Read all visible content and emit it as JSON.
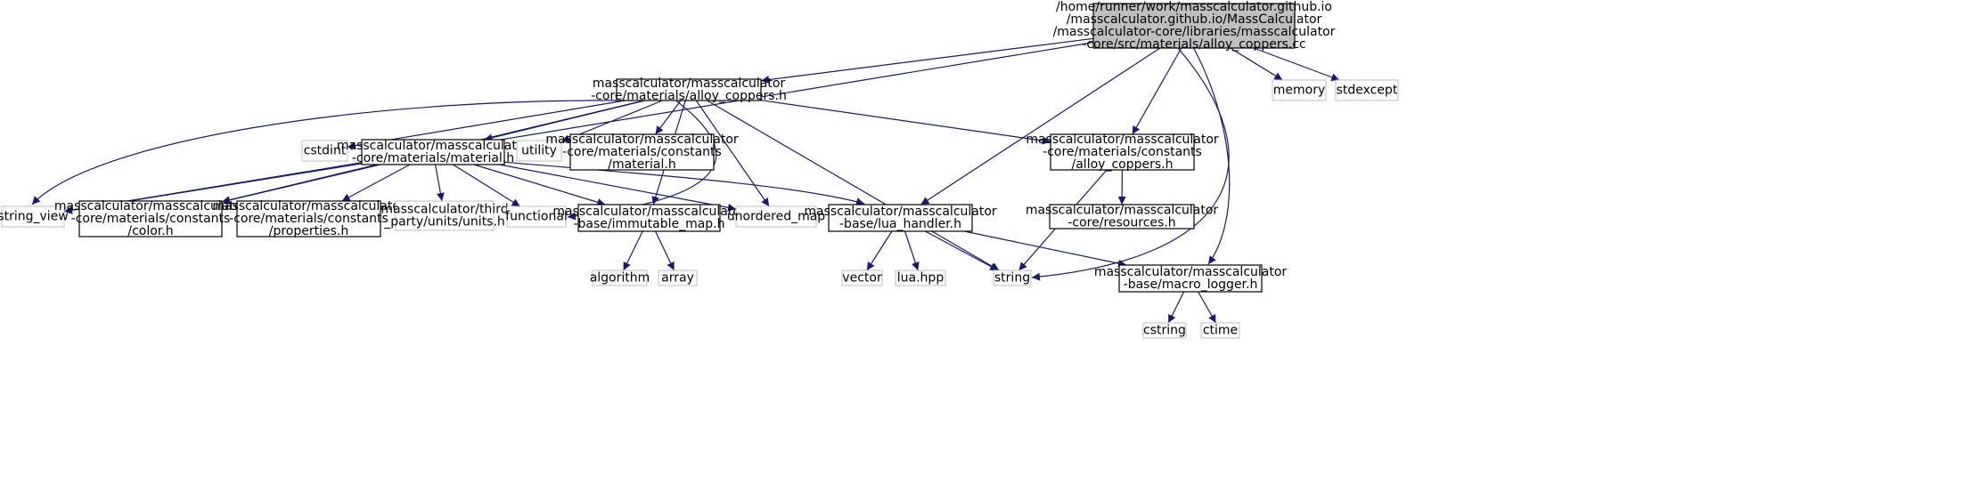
{
  "colors": {
    "edge": "#191970",
    "root_fill": "#bfbfbf",
    "node_border": "#000000",
    "external_border": "#bfbfbf",
    "text": "#000000"
  },
  "nodes": [
    {
      "id": "root",
      "kind": "root",
      "lines": [
        "/home/runner/work/masscalculator.github.io",
        "/masscalculator.github.io/MassCalculator",
        "/masscalculator-core/libraries/masscalculator",
        "-core/src/materials/alloy_coppers.cc"
      ]
    },
    {
      "id": "alloy_coppers_h",
      "kind": "internal",
      "lines": [
        "masscalculator/masscalculator",
        "-core/materials/alloy_coppers.h"
      ]
    },
    {
      "id": "memory",
      "kind": "external",
      "lines": [
        "memory"
      ]
    },
    {
      "id": "stdexcept",
      "kind": "external",
      "lines": [
        "stdexcept"
      ]
    },
    {
      "id": "cstdint",
      "kind": "external",
      "lines": [
        "cstdint"
      ]
    },
    {
      "id": "material_h",
      "kind": "internal",
      "lines": [
        "masscalculator/masscalculator",
        "-core/materials/material.h"
      ]
    },
    {
      "id": "utility",
      "kind": "external",
      "lines": [
        "utility"
      ]
    },
    {
      "id": "constants_material_h",
      "kind": "internal",
      "lines": [
        "masscalculator/masscalculator",
        "-core/materials/constants",
        "/material.h"
      ]
    },
    {
      "id": "constants_alloy_h",
      "kind": "internal",
      "lines": [
        "masscalculator/masscalculator",
        "-core/materials/constants",
        "/alloy_coppers.h"
      ]
    },
    {
      "id": "string_view",
      "kind": "external",
      "lines": [
        "string_view"
      ]
    },
    {
      "id": "color_h",
      "kind": "internal",
      "lines": [
        "masscalculator/masscalculator",
        "-core/materials/constants",
        "/color.h"
      ]
    },
    {
      "id": "properties_h",
      "kind": "internal",
      "lines": [
        "masscalculator/masscalculator",
        "-core/materials/constants",
        "/properties.h"
      ]
    },
    {
      "id": "units_h",
      "kind": "external",
      "lines": [
        "masscalculator/third",
        "_party/units/units.h"
      ]
    },
    {
      "id": "functional",
      "kind": "external",
      "lines": [
        "functional"
      ]
    },
    {
      "id": "immutable_map_h",
      "kind": "internal",
      "lines": [
        "masscalculator/masscalculator",
        "-base/immutable_map.h"
      ]
    },
    {
      "id": "unordered_map",
      "kind": "external",
      "lines": [
        "unordered_map"
      ]
    },
    {
      "id": "lua_handler_h",
      "kind": "internal",
      "lines": [
        "masscalculator/masscalculator",
        "-base/lua_handler.h"
      ]
    },
    {
      "id": "resources_h",
      "kind": "internal",
      "lines": [
        "masscalculator/masscalculator",
        "-core/resources.h"
      ]
    },
    {
      "id": "algorithm",
      "kind": "external",
      "lines": [
        "algorithm"
      ]
    },
    {
      "id": "array",
      "kind": "external",
      "lines": [
        "array"
      ]
    },
    {
      "id": "vector",
      "kind": "external",
      "lines": [
        "vector"
      ]
    },
    {
      "id": "lua_hpp",
      "kind": "external",
      "lines": [
        "lua.hpp"
      ]
    },
    {
      "id": "string",
      "kind": "external",
      "lines": [
        "string"
      ]
    },
    {
      "id": "macro_logger_h",
      "kind": "internal",
      "lines": [
        "masscalculator/masscalculator",
        "-base/macro_logger.h"
      ]
    },
    {
      "id": "cstring",
      "kind": "external",
      "lines": [
        "cstring"
      ]
    },
    {
      "id": "ctime",
      "kind": "external",
      "lines": [
        "ctime"
      ]
    }
  ],
  "edges": [
    {
      "from": "root",
      "to": "alloy_coppers_h"
    },
    {
      "from": "root",
      "to": "string_view"
    },
    {
      "from": "root",
      "to": "memory"
    },
    {
      "from": "root",
      "to": "stdexcept"
    },
    {
      "from": "root",
      "to": "constants_alloy_h"
    },
    {
      "from": "root",
      "to": "lua_handler_h"
    },
    {
      "from": "root",
      "to": "string"
    },
    {
      "from": "root",
      "to": "macro_logger_h"
    },
    {
      "from": "alloy_coppers_h",
      "to": "string_view"
    },
    {
      "from": "alloy_coppers_h",
      "to": "color_h"
    },
    {
      "from": "alloy_coppers_h",
      "to": "cstdint"
    },
    {
      "from": "alloy_coppers_h",
      "to": "material_h"
    },
    {
      "from": "alloy_coppers_h",
      "to": "utility"
    },
    {
      "from": "alloy_coppers_h",
      "to": "constants_material_h"
    },
    {
      "from": "alloy_coppers_h",
      "to": "functional"
    },
    {
      "from": "alloy_coppers_h",
      "to": "immutable_map_h"
    },
    {
      "from": "alloy_coppers_h",
      "to": "unordered_map"
    },
    {
      "from": "alloy_coppers_h",
      "to": "constants_alloy_h"
    },
    {
      "from": "alloy_coppers_h",
      "to": "string"
    },
    {
      "from": "material_h",
      "to": "string_view"
    },
    {
      "from": "material_h",
      "to": "color_h"
    },
    {
      "from": "material_h",
      "to": "properties_h"
    },
    {
      "from": "material_h",
      "to": "units_h"
    },
    {
      "from": "material_h",
      "to": "functional"
    },
    {
      "from": "material_h",
      "to": "immutable_map_h"
    },
    {
      "from": "material_h",
      "to": "unordered_map"
    },
    {
      "from": "material_h",
      "to": "lua_handler_h"
    },
    {
      "from": "constants_alloy_h",
      "to": "resources_h"
    },
    {
      "from": "constants_alloy_h",
      "to": "string"
    },
    {
      "from": "immutable_map_h",
      "to": "algorithm"
    },
    {
      "from": "immutable_map_h",
      "to": "array"
    },
    {
      "from": "lua_handler_h",
      "to": "vector"
    },
    {
      "from": "lua_handler_h",
      "to": "lua_hpp"
    },
    {
      "from": "lua_handler_h",
      "to": "string"
    },
    {
      "from": "lua_handler_h",
      "to": "macro_logger_h"
    },
    {
      "from": "macro_logger_h",
      "to": "cstring"
    },
    {
      "from": "macro_logger_h",
      "to": "ctime"
    }
  ]
}
